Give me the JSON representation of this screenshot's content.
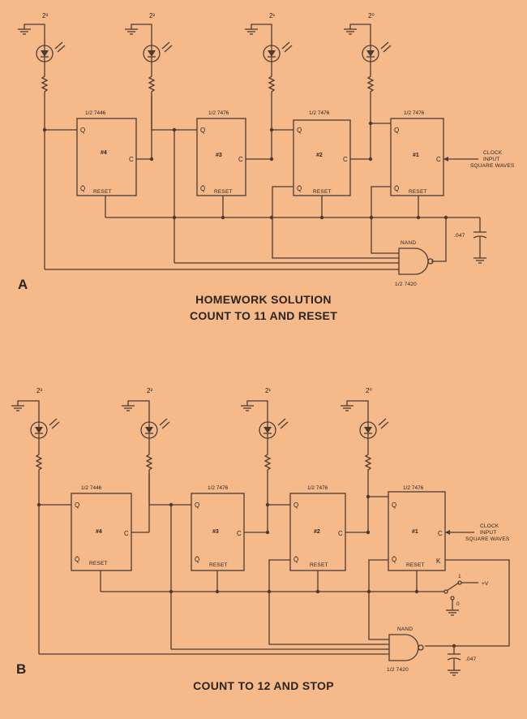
{
  "colors": {
    "background": "#f6b98a",
    "ink": "#4a3c34"
  },
  "diagram_a": {
    "panel_label": "A",
    "title_line1": "HOMEWORK SOLUTION",
    "title_line2": "COUNT TO 11 AND RESET",
    "led_weights": [
      "2³",
      "2²",
      "2¹",
      "2⁰"
    ],
    "flipflops": [
      {
        "part": "1/2 7446",
        "number": "#4"
      },
      {
        "part": "1/2 7476",
        "number": "#3"
      },
      {
        "part": "1/2 7476",
        "number": "#2"
      },
      {
        "part": "1/2 7476",
        "number": "#1"
      }
    ],
    "pin_q": "Q",
    "pin_qbar": "Q̄",
    "pin_c": "C",
    "pin_reset": "RESET",
    "clock_line1": "CLOCK",
    "clock_line2": "INPUT",
    "clock_line3": "SQUARE WAVES",
    "capacitor": ".047",
    "nand_label": "NAND",
    "nand_part": "1/2 7420"
  },
  "diagram_b": {
    "panel_label": "B",
    "title": "COUNT TO 12 AND STOP",
    "led_weights": [
      "2³",
      "2²",
      "2¹",
      "2⁰"
    ],
    "flipflops": [
      {
        "part": "1/2 7446",
        "number": "#4"
      },
      {
        "part": "1/2 7476",
        "number": "#3"
      },
      {
        "part": "1/2 7476",
        "number": "#2"
      },
      {
        "part": "1/2 7476",
        "number": "#1"
      }
    ],
    "pin_q": "Q",
    "pin_qbar": "Q̄",
    "pin_c": "C",
    "pin_reset": "RESET",
    "pin_k": "K",
    "clock_line1": "CLOCK",
    "clock_line2": "INPUT",
    "clock_line3": "SQUARE WAVES",
    "switch_one": "1",
    "switch_zero": "0",
    "supply": "+V",
    "capacitor": ".047",
    "nand_label": "NAND",
    "nand_part": "1/2 7420"
  }
}
